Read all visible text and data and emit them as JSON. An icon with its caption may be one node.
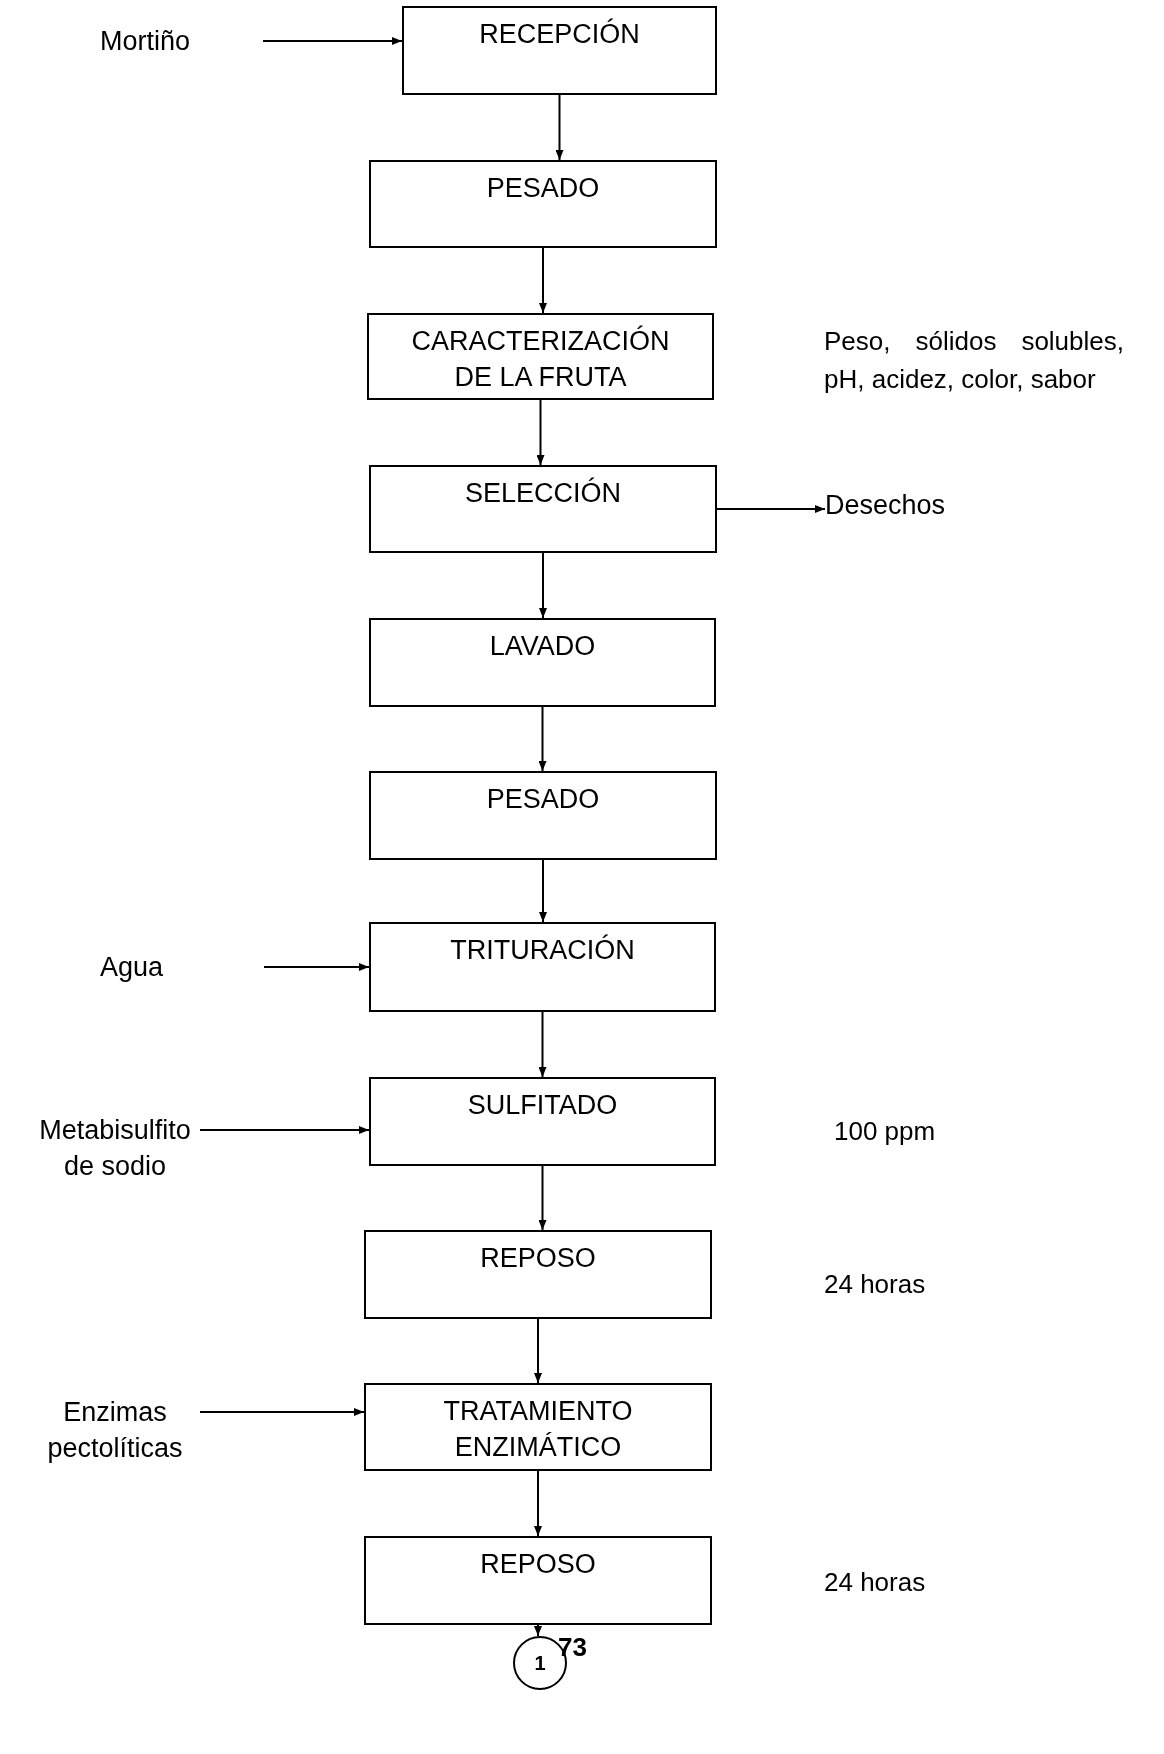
{
  "diagram": {
    "nodes": [
      {
        "text": [
          "Mortiño"
        ]
      },
      {
        "text": [
          "RECEPCIÓN"
        ]
      },
      {
        "text": [
          "PESADO"
        ]
      },
      {
        "text": [
          "CARACTERIZACIÓN DE LA FRUTA"
        ]
      },
      {
        "text": [
          "SELECCIÓN"
        ]
      },
      {
        "text": [
          "Desechos"
        ]
      },
      {
        "text": [
          "LAVADO"
        ]
      },
      {
        "text": [
          "PESADO"
        ]
      },
      {
        "text": [
          "Agua"
        ]
      },
      {
        "text": [
          "TRITURACIÓN"
        ]
      },
      {
        "text": [
          "Metabisulfito de sodio"
        ]
      },
      {
        "text": [
          "SULFITADO"
        ]
      },
      {
        "text": [
          "REPOSO"
        ]
      },
      {
        "text": [
          "Enzimas pectolíticas"
        ]
      },
      {
        "text": [
          "TRATAMIENTO ENZIMÁTICO"
        ]
      },
      {
        "text": [
          "REPOSO"
        ]
      },
      {
        "text": [
          "1"
        ]
      }
    ],
    "edges": [
      {
        "from": 0,
        "to": 1,
        "arrow": "to"
      },
      {
        "from": 1,
        "to": 2,
        "arrow": "to"
      },
      {
        "from": 2,
        "to": 3,
        "arrow": "to"
      },
      {
        "from": 3,
        "to": 4,
        "arrow": "to"
      },
      {
        "from": 4,
        "to": 5,
        "arrow": "to"
      },
      {
        "from": 4,
        "to": 6,
        "arrow": "to"
      },
      {
        "from": 6,
        "to": 7,
        "arrow": "to"
      },
      {
        "from": 7,
        "to": 9,
        "arrow": "to"
      },
      {
        "from": 8,
        "to": 9,
        "arrow": "to"
      },
      {
        "from": 9,
        "to": 11,
        "arrow": "to"
      },
      {
        "from": 10,
        "to": 11,
        "arrow": "to"
      },
      {
        "from": 11,
        "to": 12,
        "arrow": "to"
      },
      {
        "from": 12,
        "to": 14,
        "arrow": "to"
      },
      {
        "from": 13,
        "to": 14,
        "arrow": "to"
      },
      {
        "from": 14,
        "to": 15,
        "arrow": "to"
      },
      {
        "from": 15,
        "to": 16,
        "arrow": "to"
      }
    ],
    "labels": [
      "Peso, sólidos solubles, pH, acidez, color, sabor",
      "100 ppm",
      "24 horas",
      "24 horas",
      "73"
    ]
  }
}
